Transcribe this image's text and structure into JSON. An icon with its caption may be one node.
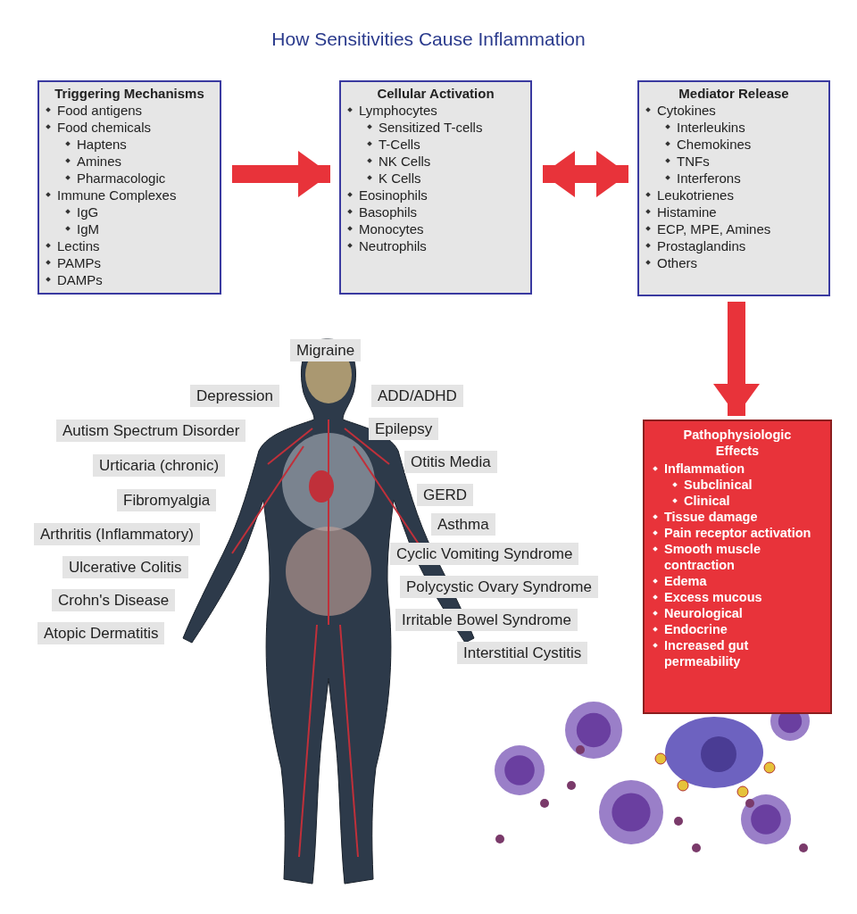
{
  "diagram": {
    "title": "How Sensitivities Cause Inflammation",
    "nodes": [
      {
        "text": [
          "Triggering Mechanisms",
          "Food antigens",
          "Food chemicals",
          "Haptens",
          "Amines",
          "Pharmacologic",
          "Immune Complexes",
          "IgG",
          "IgM",
          "Lectins",
          "PAMPs",
          "DAMPs"
        ]
      },
      {
        "text": [
          "Cellular Activation",
          "Lymphocytes",
          "Sensitized T-cells",
          "T-Cells",
          "NK Cells",
          "K Cells",
          "Eosinophils",
          "Basophils",
          "Monocytes",
          "Neutrophils"
        ]
      },
      {
        "text": [
          "Mediator Release",
          "Cytokines",
          "Interleukins",
          "Chemokines",
          "TNFs",
          "Interferons",
          "Leukotrienes",
          "Histamine",
          "ECP, MPE, Amines",
          "Prostaglandins",
          "Others"
        ]
      },
      {
        "text": [
          "Pathophysiologic Effects",
          "Inflammation",
          "Subclinical",
          "Clinical",
          "Tissue damage",
          "Pain receptor activation",
          "Smooth muscle contraction",
          "Edema",
          "Excess mucous",
          "Neurological",
          "Endocrine",
          "Increased gut permeability"
        ]
      },
      {
        "text": [
          "Migraine"
        ]
      },
      {
        "text": [
          "Depression"
        ]
      },
      {
        "text": [
          "ADD/ADHD"
        ]
      },
      {
        "text": [
          "Autism Spectrum Disorder"
        ]
      },
      {
        "text": [
          "Epilepsy"
        ]
      },
      {
        "text": [
          "Urticaria (chronic)"
        ]
      },
      {
        "text": [
          "Otitis Media"
        ]
      },
      {
        "text": [
          "GERD"
        ]
      },
      {
        "text": [
          "Fibromyalgia"
        ]
      },
      {
        "text": [
          "Asthma"
        ]
      },
      {
        "text": [
          "Arthritis (Inflammatory)"
        ]
      },
      {
        "text": [
          "Cyclic Vomiting Syndrome"
        ]
      },
      {
        "text": [
          "Ulcerative Colitis"
        ]
      },
      {
        "text": [
          "Polycystic Ovary Syndrome"
        ]
      },
      {
        "text": [
          "Crohn's Disease"
        ]
      },
      {
        "text": [
          "Irritable Bowel Syndrome"
        ]
      },
      {
        "text": [
          "Atopic Dermatitis"
        ]
      },
      {
        "text": [
          "Interstitial Cystitis"
        ]
      }
    ],
    "edges": [
      {
        "from": 0,
        "to": 1,
        "arrow": "to"
      },
      {
        "from": 1,
        "to": 2,
        "arrow": "both"
      },
      {
        "from": 2,
        "to": 3,
        "arrow": "to"
      }
    ]
  }
}
